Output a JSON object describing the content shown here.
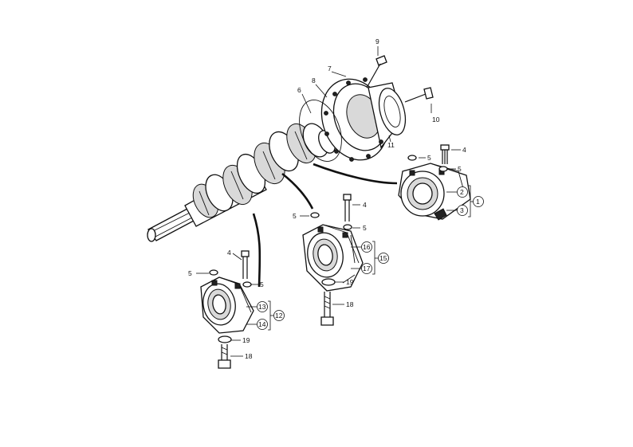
{
  "callouts": {
    "c1": "1",
    "c2": "2",
    "c3": "3",
    "c4a": "4",
    "c4b": "4",
    "c4c": "4",
    "c5a": "5",
    "c5b": "5",
    "c5c": "5",
    "c5d": "5",
    "c5e": "5",
    "c5f": "5",
    "c6": "6",
    "c7": "7",
    "c8": "8",
    "c9": "9",
    "c10": "10",
    "c11": "11",
    "c12": "12",
    "c13": "13",
    "c14": "14",
    "c15": "15",
    "c16": "16",
    "c17": "17",
    "c18a": "18",
    "c18b": "18",
    "c19a": "19",
    "c19b": "19"
  }
}
